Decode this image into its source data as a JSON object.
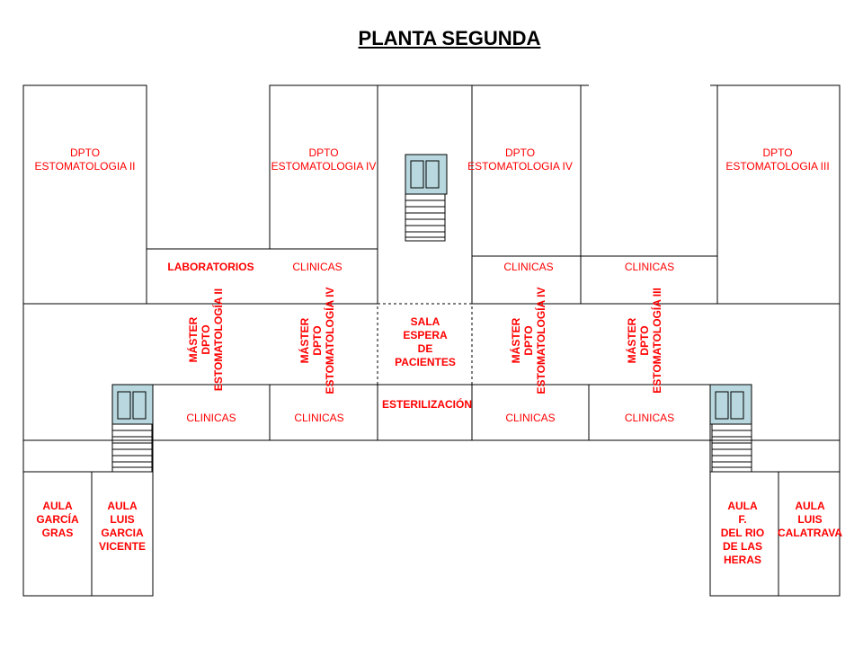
{
  "title": "PLANTA SEGUNDA",
  "colors": {
    "text": "#ff0000",
    "line": "#000000",
    "elevator": "#b8d7de"
  },
  "rooms": {
    "dpto_est_ii": "DPTO\nESTOMATOLOGIA II",
    "dpto_est_iv_left": "DPTO\nESTOMATOLOGIA IV",
    "dpto_est_iv_right": "DPTO\nESTOMATOLOGIA IV",
    "dpto_est_iii": "DPTO\nESTOMATOLOGIA III",
    "laboratorios": "LABORATORIOS",
    "clinicas_upper_1": "CLINICAS",
    "clinicas_upper_2": "CLINICAS",
    "clinicas_upper_3": "CLINICAS",
    "sala_espera": "SALA\nESPERA\nDE\nPACIENTES",
    "esterilizacion": "ESTERILIZACIÓN",
    "clinicas_lower_1": "CLINICAS",
    "clinicas_lower_2": "CLINICAS",
    "clinicas_lower_3": "CLINICAS",
    "clinicas_lower_4": "CLINICAS",
    "master_est_ii": "MÁSTER\nDPTO\nESTOMATOLOGÍA II",
    "master_est_iv_left": "MÁSTER\nDPTO\nESTOMATOLOGÍA IV",
    "master_est_iv_right": "MÁSTER\nDPTO\nESTOMATOLOGÍA IV",
    "master_est_iii": "MÁSTER\nDPTO\nESTOMATOLOGÍA III",
    "aula_garcia_gras": "AULA\nGARCÍA\nGRAS",
    "aula_luis_garcia_vicente": "AULA\nLUIS\nGARCIA\nVICENTE",
    "aula_del_rio": "AULA\nF.\nDEL RIO\nDE LAS\nHERAS",
    "aula_calatrava": "AULA\nLUIS\nCALATRAVA"
  }
}
